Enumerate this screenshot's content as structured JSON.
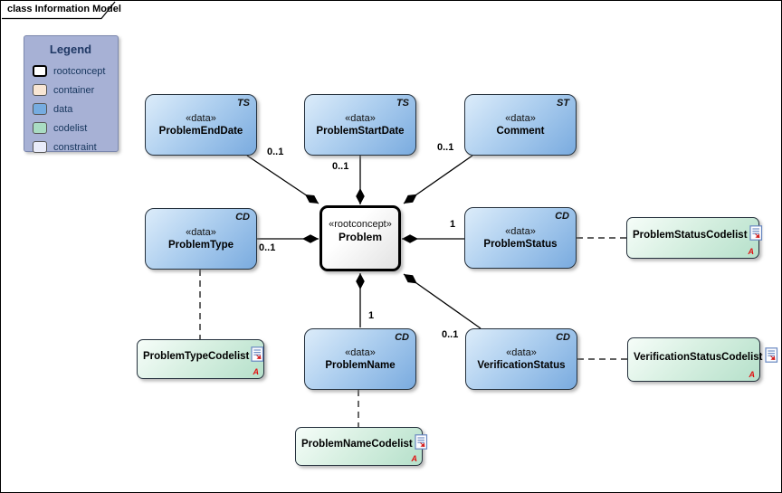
{
  "frame": {
    "title": "class Information Model"
  },
  "legend": {
    "title": "Legend",
    "items": [
      {
        "label": "rootconcept",
        "color": "#ffffff"
      },
      {
        "label": "container",
        "color": "#f8e6d4"
      },
      {
        "label": "data",
        "color": "#76ace0"
      },
      {
        "label": "codelist",
        "color": "#a9dcc3"
      },
      {
        "label": "constraint",
        "color": "#e9ecfa"
      }
    ]
  },
  "nodes": {
    "problem": {
      "stereotype": "«rootconcept»",
      "name": "Problem"
    },
    "problem_end_date": {
      "stereotype": "«data»",
      "name": "ProblemEndDate",
      "type_tag": "TS"
    },
    "problem_start_date": {
      "stereotype": "«data»",
      "name": "ProblemStartDate",
      "type_tag": "TS"
    },
    "comment": {
      "stereotype": "«data»",
      "name": "Comment",
      "type_tag": "ST"
    },
    "problem_type": {
      "stereotype": "«data»",
      "name": "ProblemType",
      "type_tag": "CD"
    },
    "problem_status": {
      "stereotype": "«data»",
      "name": "ProblemStatus",
      "type_tag": "CD"
    },
    "problem_name": {
      "stereotype": "«data»",
      "name": "ProblemName",
      "type_tag": "CD"
    },
    "verification_status": {
      "stereotype": "«data»",
      "name": "VerificationStatus",
      "type_tag": "CD"
    }
  },
  "codelists": {
    "problem_status_codelist": {
      "name": "ProblemStatusCodelist",
      "marker": "A"
    },
    "verification_status_codelist": {
      "name": "VerificationStatusCodelist",
      "marker": "A"
    },
    "problem_type_codelist": {
      "name": "ProblemTypeCodelist",
      "marker": "A"
    },
    "problem_name_codelist": {
      "name": "ProblemNameCodelist",
      "marker": "A"
    }
  },
  "edges": {
    "problem_end_date": {
      "multiplicity": "0..1"
    },
    "problem_start_date": {
      "multiplicity": "0..1"
    },
    "comment": {
      "multiplicity": "0..1"
    },
    "problem_type": {
      "multiplicity": "0..1"
    },
    "problem_status": {
      "multiplicity": "1"
    },
    "problem_name": {
      "multiplicity": "1"
    },
    "verification_status": {
      "multiplicity": "0..1"
    }
  },
  "colors": {
    "data_fill_light": "#dcecfa",
    "data_fill_dark": "#7aabdf",
    "codelist_fill_light": "#f6fdf9",
    "codelist_fill_dark": "#b5e0ca",
    "rootconcept_fill": "#ffffff",
    "legend_bg": "#a7b1d5",
    "legend_title_text": "#1f3864",
    "marker_red": "#e01010",
    "line": "#000000"
  }
}
